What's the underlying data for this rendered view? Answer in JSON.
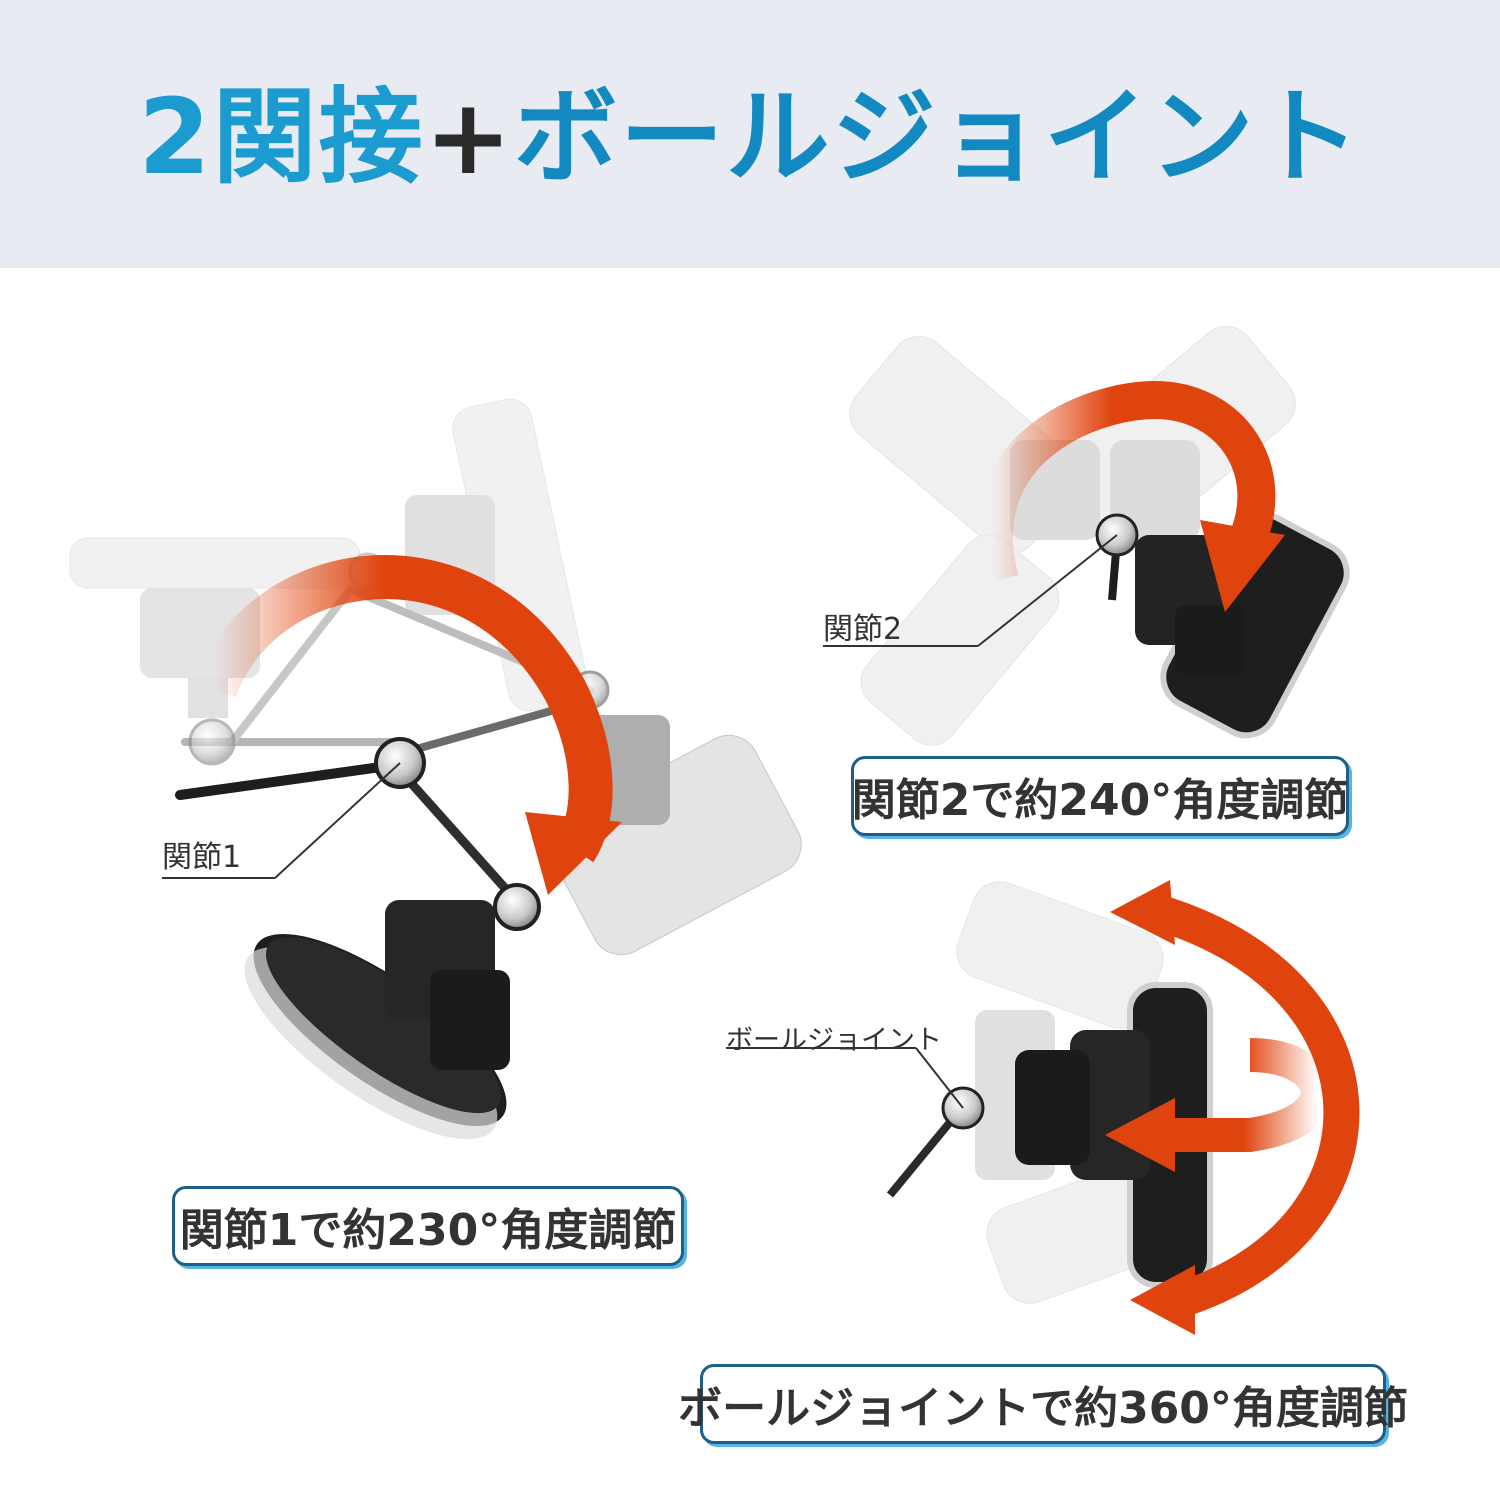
{
  "title": {
    "part1": "2関接",
    "plus": "+",
    "part2": "ボールジョイント"
  },
  "labels": {
    "joint1": "関節1",
    "joint2": "関節2",
    "ball_joint": "ボールジョイント"
  },
  "captions": {
    "joint1": "関節1で約230°角度調節",
    "joint2": "関節2で約240°角度調節",
    "ball_joint": "ボールジョイントで約360°角度調節"
  },
  "colors": {
    "header_bg": "#e8ebf1",
    "title_blue": "#1b9bd0",
    "arrow_orange": "#e0440e",
    "caption_border": "#1d5f86",
    "caption_shadow": "#55b5df",
    "mount_black": "#1e1e1e"
  }
}
